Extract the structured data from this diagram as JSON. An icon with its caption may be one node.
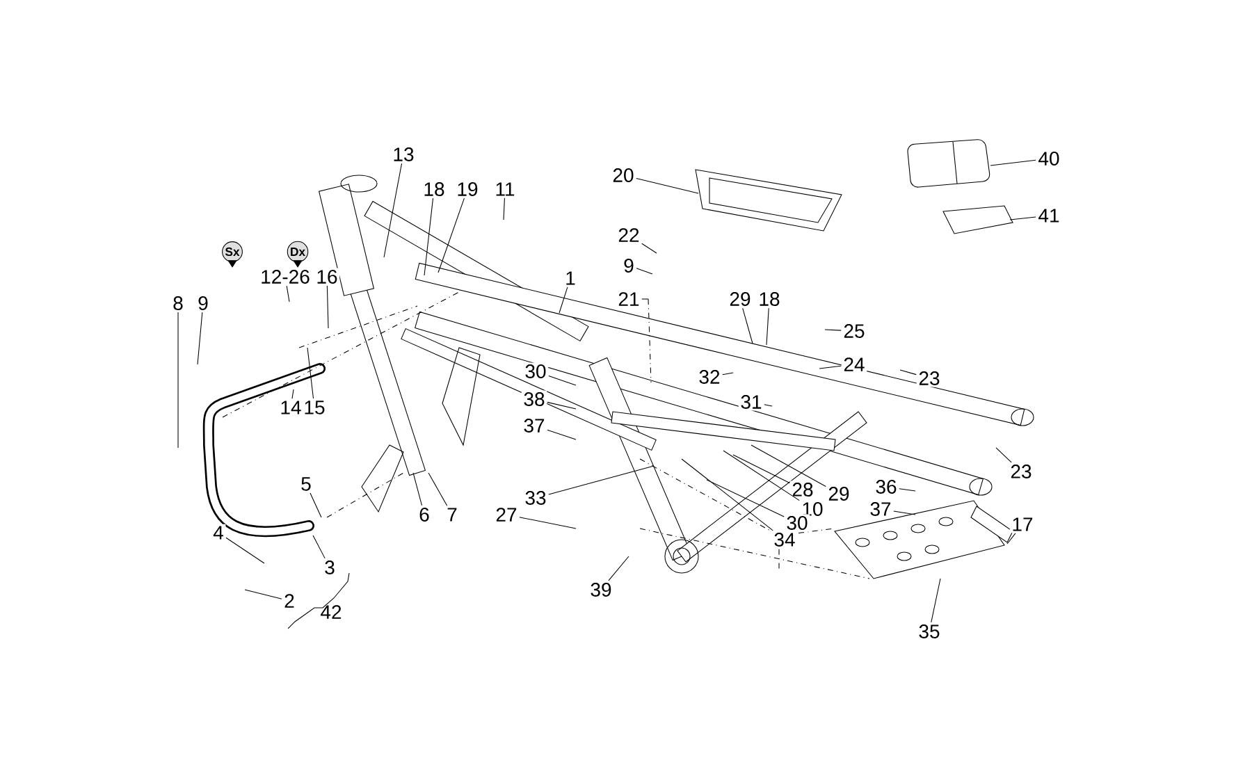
{
  "diagram": {
    "nodes": [
      {
        "text": [
          "1"
        ]
      },
      {
        "text": [
          "2"
        ]
      },
      {
        "text": [
          "3"
        ]
      },
      {
        "text": [
          "4"
        ]
      },
      {
        "text": [
          "5"
        ]
      },
      {
        "text": [
          "6"
        ]
      },
      {
        "text": [
          "7"
        ]
      },
      {
        "text": [
          "8"
        ]
      },
      {
        "text": [
          "9"
        ]
      },
      {
        "text": [
          "11"
        ]
      },
      {
        "text": [
          "12-26"
        ]
      },
      {
        "text": [
          "13"
        ]
      },
      {
        "text": [
          "14"
        ]
      },
      {
        "text": [
          "15"
        ]
      },
      {
        "text": [
          "16"
        ]
      },
      {
        "text": [
          "18"
        ]
      },
      {
        "text": [
          "19"
        ]
      },
      {
        "text": [
          "20"
        ]
      },
      {
        "text": [
          "21"
        ]
      },
      {
        "text": [
          "22"
        ]
      },
      {
        "text": [
          "9"
        ]
      },
      {
        "text": [
          "23"
        ]
      },
      {
        "text": [
          "23"
        ]
      },
      {
        "text": [
          "24"
        ]
      },
      {
        "text": [
          "25"
        ]
      },
      {
        "text": [
          "29"
        ]
      },
      {
        "text": [
          "18"
        ]
      },
      {
        "text": [
          "30"
        ]
      },
      {
        "text": [
          "38"
        ]
      },
      {
        "text": [
          "37"
        ]
      },
      {
        "text": [
          "32"
        ]
      },
      {
        "text": [
          "31"
        ]
      },
      {
        "text": [
          "33"
        ]
      },
      {
        "text": [
          "27"
        ]
      },
      {
        "text": [
          "28"
        ]
      },
      {
        "text": [
          "29"
        ]
      },
      {
        "text": [
          "10"
        ]
      },
      {
        "text": [
          "30"
        ]
      },
      {
        "text": [
          "34"
        ]
      },
      {
        "text": [
          "39"
        ]
      },
      {
        "text": [
          "36"
        ]
      },
      {
        "text": [
          "37"
        ]
      },
      {
        "text": [
          "17"
        ]
      },
      {
        "text": [
          "35"
        ]
      },
      {
        "text": [
          "40"
        ]
      },
      {
        "text": [
          "41"
        ]
      },
      {
        "text": [
          "Sx"
        ]
      },
      {
        "text": [
          "Dx"
        ]
      }
    ],
    "edges": [
      {
        "from": 0,
        "to": null,
        "arrow": "none"
      },
      {
        "from": 1,
        "to": null,
        "arrow": "none"
      },
      {
        "from": 2,
        "to": null,
        "arrow": "none"
      },
      {
        "from": 3,
        "to": null,
        "arrow": "none"
      },
      {
        "from": 4,
        "to": null,
        "arrow": "none"
      },
      {
        "from": 5,
        "to": null,
        "arrow": "none"
      },
      {
        "from": 6,
        "to": null,
        "arrow": "none"
      },
      {
        "from": 7,
        "to": null,
        "arrow": "none"
      },
      {
        "from": 8,
        "to": null,
        "arrow": "none"
      },
      {
        "from": 9,
        "to": null,
        "arrow": "none"
      },
      {
        "from": 10,
        "to": null,
        "arrow": "none"
      },
      {
        "from": 11,
        "to": null,
        "arrow": "none"
      },
      {
        "from": 12,
        "to": null,
        "arrow": "none"
      },
      {
        "from": 13,
        "to": null,
        "arrow": "none"
      },
      {
        "from": 14,
        "to": null,
        "arrow": "none"
      },
      {
        "from": 15,
        "to": null,
        "arrow": "none"
      },
      {
        "from": 16,
        "to": null,
        "arrow": "none"
      },
      {
        "from": 17,
        "to": null,
        "arrow": "none"
      },
      {
        "from": 18,
        "to": null,
        "arrow": "none"
      },
      {
        "from": 19,
        "to": null,
        "arrow": "none"
      },
      {
        "from": 20,
        "to": null,
        "arrow": "none"
      },
      {
        "from": 21,
        "to": null,
        "arrow": "none"
      },
      {
        "from": 22,
        "to": null,
        "arrow": "none"
      },
      {
        "from": 23,
        "to": null,
        "arrow": "none"
      },
      {
        "from": 24,
        "to": null,
        "arrow": "none"
      },
      {
        "from": 25,
        "to": null,
        "arrow": "none"
      },
      {
        "from": 26,
        "to": null,
        "arrow": "none"
      },
      {
        "from": 27,
        "to": null,
        "arrow": "none"
      },
      {
        "from": 28,
        "to": null,
        "arrow": "none"
      },
      {
        "from": 29,
        "to": null,
        "arrow": "none"
      },
      {
        "from": 30,
        "to": null,
        "arrow": "none"
      },
      {
        "from": 31,
        "to": null,
        "arrow": "none"
      },
      {
        "from": 32,
        "to": null,
        "arrow": "none"
      },
      {
        "from": 33,
        "to": null,
        "arrow": "none"
      },
      {
        "from": 34,
        "to": null,
        "arrow": "none"
      },
      {
        "from": 35,
        "to": null,
        "arrow": "none"
      },
      {
        "from": 36,
        "to": null,
        "arrow": "none"
      },
      {
        "from": 37,
        "to": null,
        "arrow": "none"
      },
      {
        "from": 38,
        "to": null,
        "arrow": "none"
      },
      {
        "from": 39,
        "to": null,
        "arrow": "none"
      },
      {
        "from": 40,
        "to": null,
        "arrow": "none"
      },
      {
        "from": 41,
        "to": null,
        "arrow": "none"
      },
      {
        "from": 42,
        "to": null,
        "arrow": "none"
      },
      {
        "from": 43,
        "to": null,
        "arrow": "none"
      },
      {
        "from": 44,
        "to": null,
        "arrow": "none"
      },
      {
        "from": 45,
        "to": null,
        "arrow": "none"
      },
      {
        "from": 46,
        "to": 10,
        "arrow": "to"
      },
      {
        "from": 47,
        "to": 10,
        "arrow": "to"
      }
    ],
    "labels": [
      "42"
    ]
  }
}
